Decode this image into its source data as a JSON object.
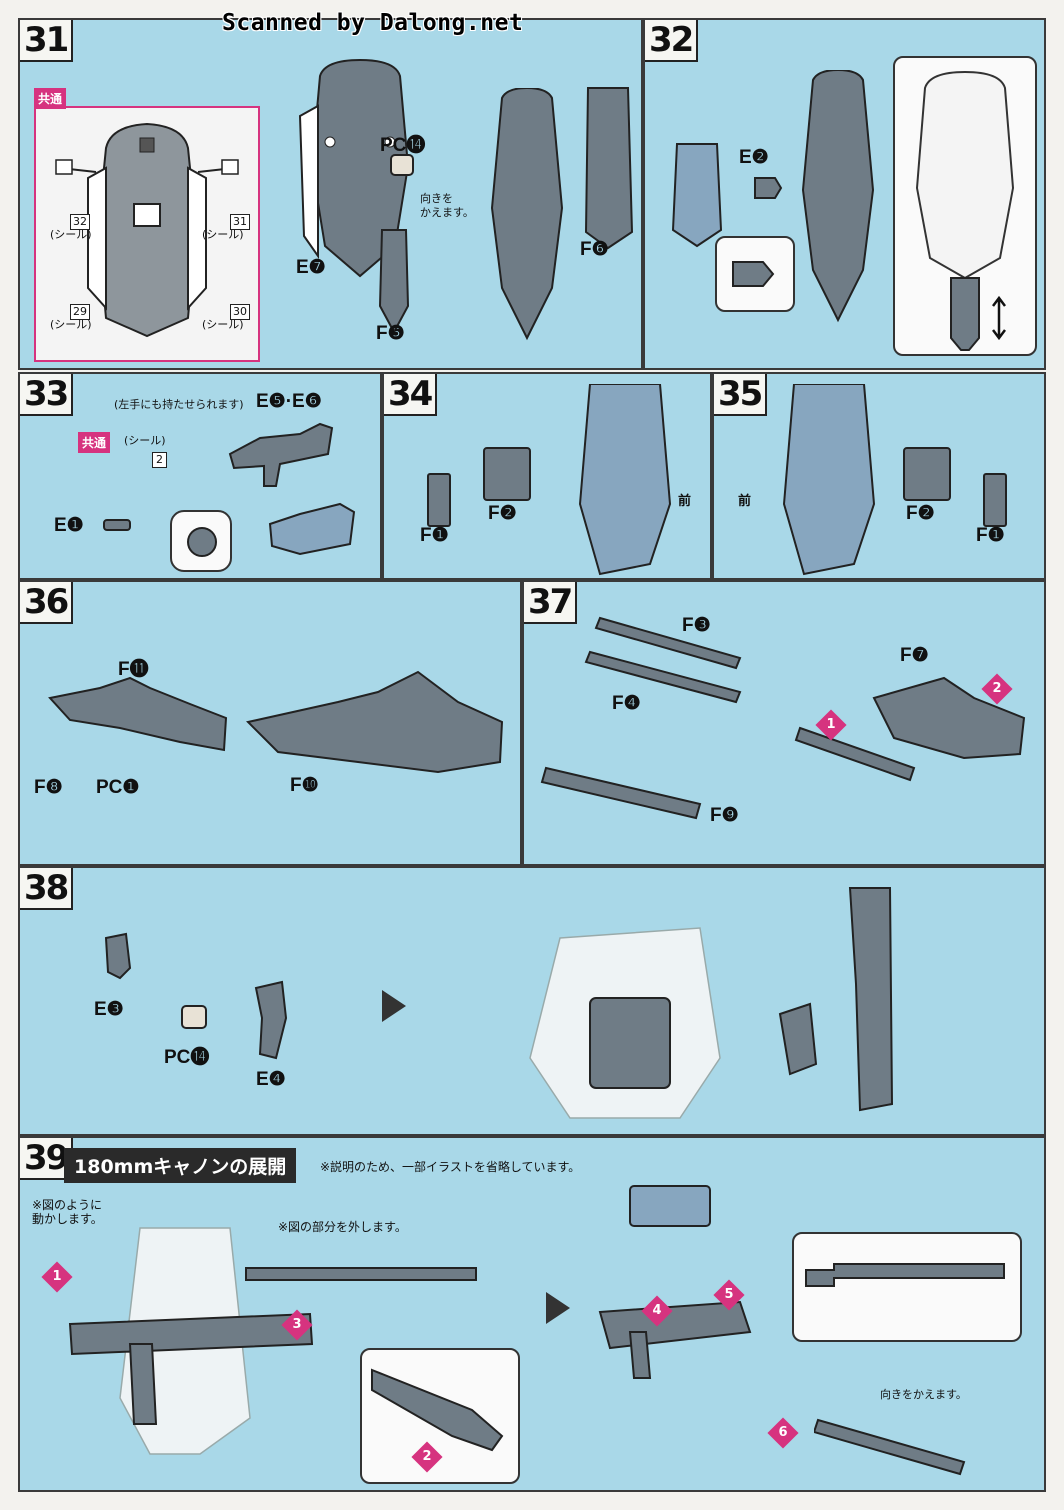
{
  "watermark": "Scanned by Dalong.net",
  "steps": {
    "s31": {
      "num": "31",
      "tag": "共通",
      "sticker_word": "(シール)",
      "stickers": [
        "32",
        "31",
        "29",
        "30"
      ],
      "parts": {
        "pc": "PC⓮",
        "e": "E❼",
        "f5": "F❺",
        "f6": "F❻"
      },
      "note": "向きを\nかえます。"
    },
    "s32": {
      "num": "32",
      "parts": {
        "e2": "E❷"
      }
    },
    "s33": {
      "num": "33",
      "note": "(左手にも持たせられます)",
      "tag": "共通",
      "sticker_word": "(シール)",
      "sticker": "2",
      "parts": {
        "e56": "E❺·E❻",
        "e1": "E❶"
      }
    },
    "s34": {
      "num": "34",
      "front": "前",
      "parts": {
        "f1": "F❶",
        "f2": "F❷"
      }
    },
    "s35": {
      "num": "35",
      "front": "前",
      "parts": {
        "f1": "F❶",
        "f2": "F❷"
      }
    },
    "s36": {
      "num": "36",
      "parts": {
        "f11": "F⓫",
        "f8": "F❽",
        "pc1": "PC❶",
        "f10": "F❿"
      }
    },
    "s37": {
      "num": "37",
      "parts": {
        "f3": "F❸",
        "f4": "F❹",
        "f7": "F❼",
        "f9": "F❾"
      },
      "seq": [
        "1",
        "2"
      ]
    },
    "s38": {
      "num": "38",
      "parts": {
        "e3": "E❸",
        "pc14": "PC⓮",
        "e4": "E❹"
      }
    },
    "s39": {
      "num": "39",
      "title": "180mmキャノンの展開",
      "note": "※説明のため、一部イラストを省略しています。",
      "move": "※図のように\n動かします。",
      "remove": "※図の部分を外します。",
      "turn": "向きをかえます。",
      "seq": [
        "1",
        "2",
        "3",
        "4",
        "5",
        "6"
      ]
    }
  },
  "colors": {
    "panel": "#a9d8e8",
    "accent": "#d6337f",
    "part": "#6f7c86"
  }
}
